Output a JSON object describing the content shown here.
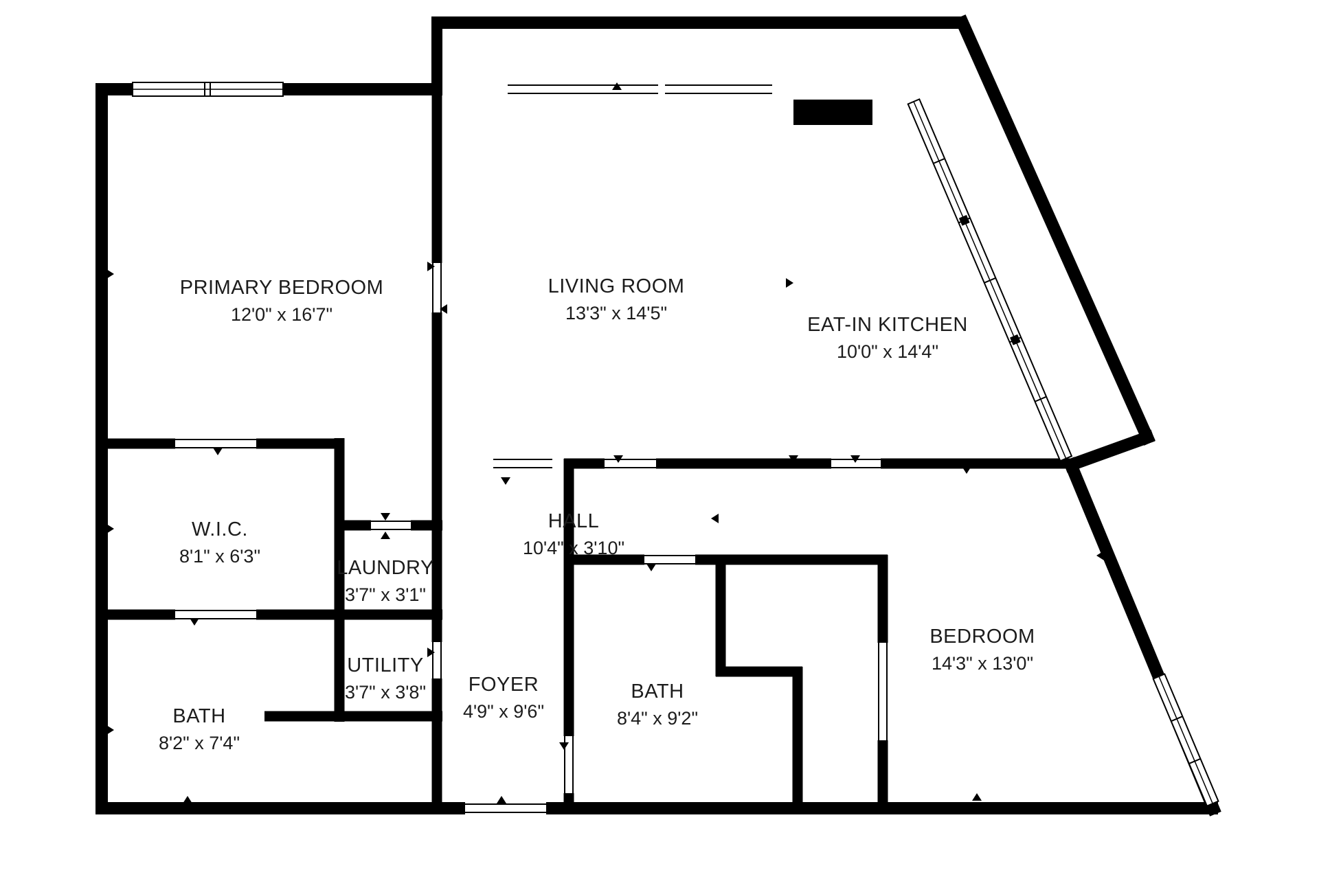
{
  "colors": {
    "wall": "#000000",
    "background": "#ffffff",
    "text": "#1c1c1c"
  },
  "rooms": [
    {
      "name": "PRIMARY BEDROOM",
      "dimensions": "12'0\" x 16'7\""
    },
    {
      "name": "LIVING ROOM",
      "dimensions": "13'3\" x 14'5\""
    },
    {
      "name": "EAT-IN KITCHEN",
      "dimensions": "10'0\" x 14'4\""
    },
    {
      "name": "W.I.C.",
      "dimensions": "8'1\" x 6'3\""
    },
    {
      "name": "HALL",
      "dimensions": "10'4\" x 3'10\""
    },
    {
      "name": "LAUNDRY",
      "dimensions": "3'7\" x 3'1\""
    },
    {
      "name": "UTILITY",
      "dimensions": "3'7\" x 3'8\""
    },
    {
      "name": "FOYER",
      "dimensions": "4'9\" x 9'6\""
    },
    {
      "name": "BATH",
      "dimensions": "8'2\" x 7'4\""
    },
    {
      "name": "BATH",
      "dimensions": "8'4\" x 9'2\""
    },
    {
      "name": "BEDROOM",
      "dimensions": "14'3\" x 13'0\""
    }
  ]
}
